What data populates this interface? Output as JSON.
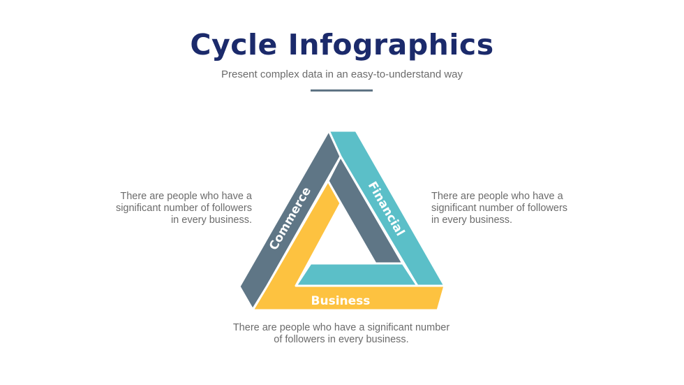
{
  "title": "Cycle Infographics",
  "subtitle": "Present complex data in an easy-to-understand way",
  "segments": {
    "commerce": {
      "label": "Commerce",
      "color": "#5f7686"
    },
    "financial": {
      "label": "Financial",
      "color": "#5bbfc8"
    },
    "business": {
      "label": "Business",
      "color": "#fdc240"
    }
  },
  "descriptions": {
    "left": "There are people who have a significant number of followers in every business.",
    "right": "There are people who have a significant number of followers in every business.",
    "bottom": "There are people who have a significant number of followers in every business."
  }
}
